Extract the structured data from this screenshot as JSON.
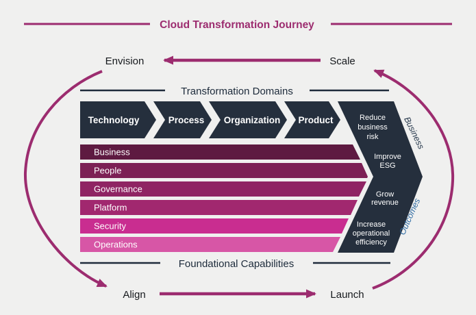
{
  "colors": {
    "background": "#f0f0ef",
    "accent": "#9c2c6f",
    "navy": "#252f3d",
    "rule": "#1e2b3b",
    "label_text": "#16191d",
    "heading_text": "#1c2a3a",
    "business_side_label": "#24364a",
    "outcomes_side_label": "#2e6ba3"
  },
  "title": "Cloud Transformation Journey",
  "cycle": {
    "envision": "Envision",
    "scale": "Scale",
    "align": "Align",
    "launch": "Launch"
  },
  "domains": {
    "heading": "Transformation Domains",
    "items": [
      {
        "label": "Technology"
      },
      {
        "label": "Process"
      },
      {
        "label": "Organization"
      },
      {
        "label": "Product"
      }
    ]
  },
  "capabilities": {
    "heading": "Foundational Capabilities",
    "items": [
      {
        "label": "Business",
        "color": "#5e1a41"
      },
      {
        "label": "People",
        "color": "#7c2055"
      },
      {
        "label": "Governance",
        "color": "#8f2463"
      },
      {
        "label": "Platform",
        "color": "#a1286f"
      },
      {
        "label": "Security",
        "color": "#c92d90"
      },
      {
        "label": "Operations",
        "color": "#d756a6"
      }
    ]
  },
  "outcomes": {
    "side_top": "Business",
    "side_bottom": "Outcomes",
    "items": [
      {
        "lines": [
          "Reduce",
          "business",
          "risk"
        ]
      },
      {
        "lines": [
          "Improve",
          "ESG"
        ]
      },
      {
        "lines": [
          "Grow",
          "revenue"
        ]
      },
      {
        "lines": [
          "Increase",
          "operational",
          "efficiency"
        ]
      }
    ]
  }
}
